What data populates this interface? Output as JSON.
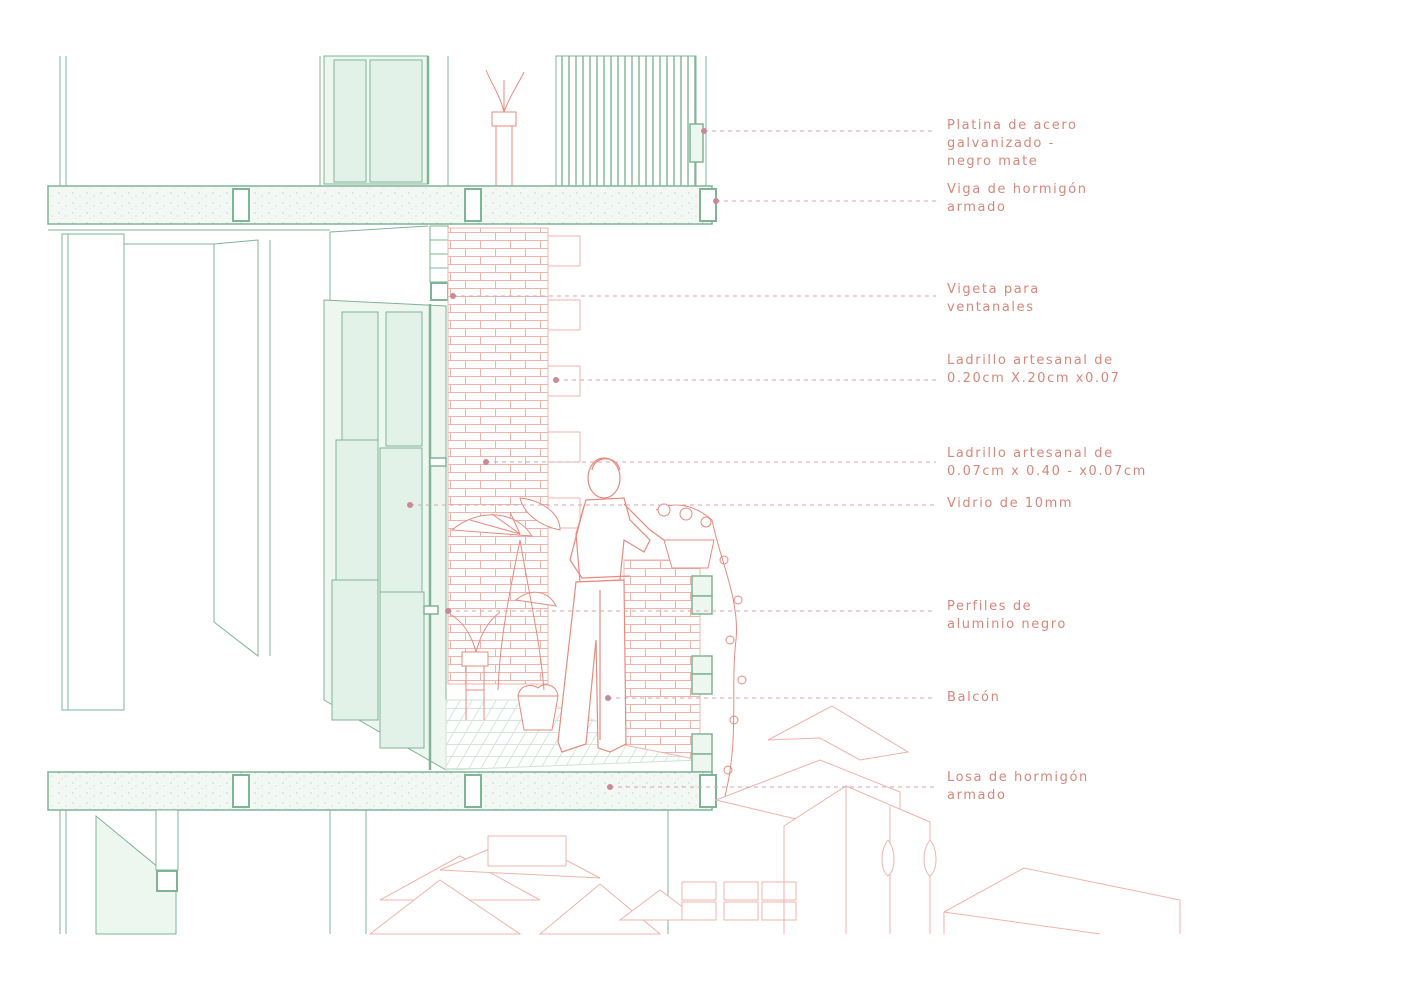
{
  "colors": {
    "structure": "#7fb496",
    "structure_fill": "#eef6f0",
    "glass": "#e3f2e8",
    "brick": "#f0b3ab",
    "figure": "#e98a7e",
    "label_text": "#d8877a",
    "leader_dot": "#c98a98",
    "leader_line": "#d9a5ad"
  },
  "annotations": [
    {
      "id": "platina",
      "lines": [
        "Platina de acero",
        "galvanizado  -",
        "negro mate"
      ]
    },
    {
      "id": "viga",
      "lines": [
        "Viga de hormigón",
        "armado"
      ]
    },
    {
      "id": "vigeta",
      "lines": [
        "Vigeta para",
        "ventanales"
      ]
    },
    {
      "id": "ladrillo-1",
      "lines": [
        "Ladrillo artesanal  de",
        "0.20cm X.20cm x0.07"
      ]
    },
    {
      "id": "ladrillo-2",
      "lines": [
        "Ladrillo artesanal de",
        "0.07cm x 0.40 - x0.07cm"
      ]
    },
    {
      "id": "vidrio",
      "lines": [
        "Vidrio de 10mm"
      ]
    },
    {
      "id": "perfiles",
      "lines": [
        "Perfiles de",
        "aluminio negro"
      ]
    },
    {
      "id": "balcon",
      "lines": [
        "Balcón"
      ]
    },
    {
      "id": "losa",
      "lines": [
        "Losa de hormigón",
        "armado"
      ]
    }
  ]
}
